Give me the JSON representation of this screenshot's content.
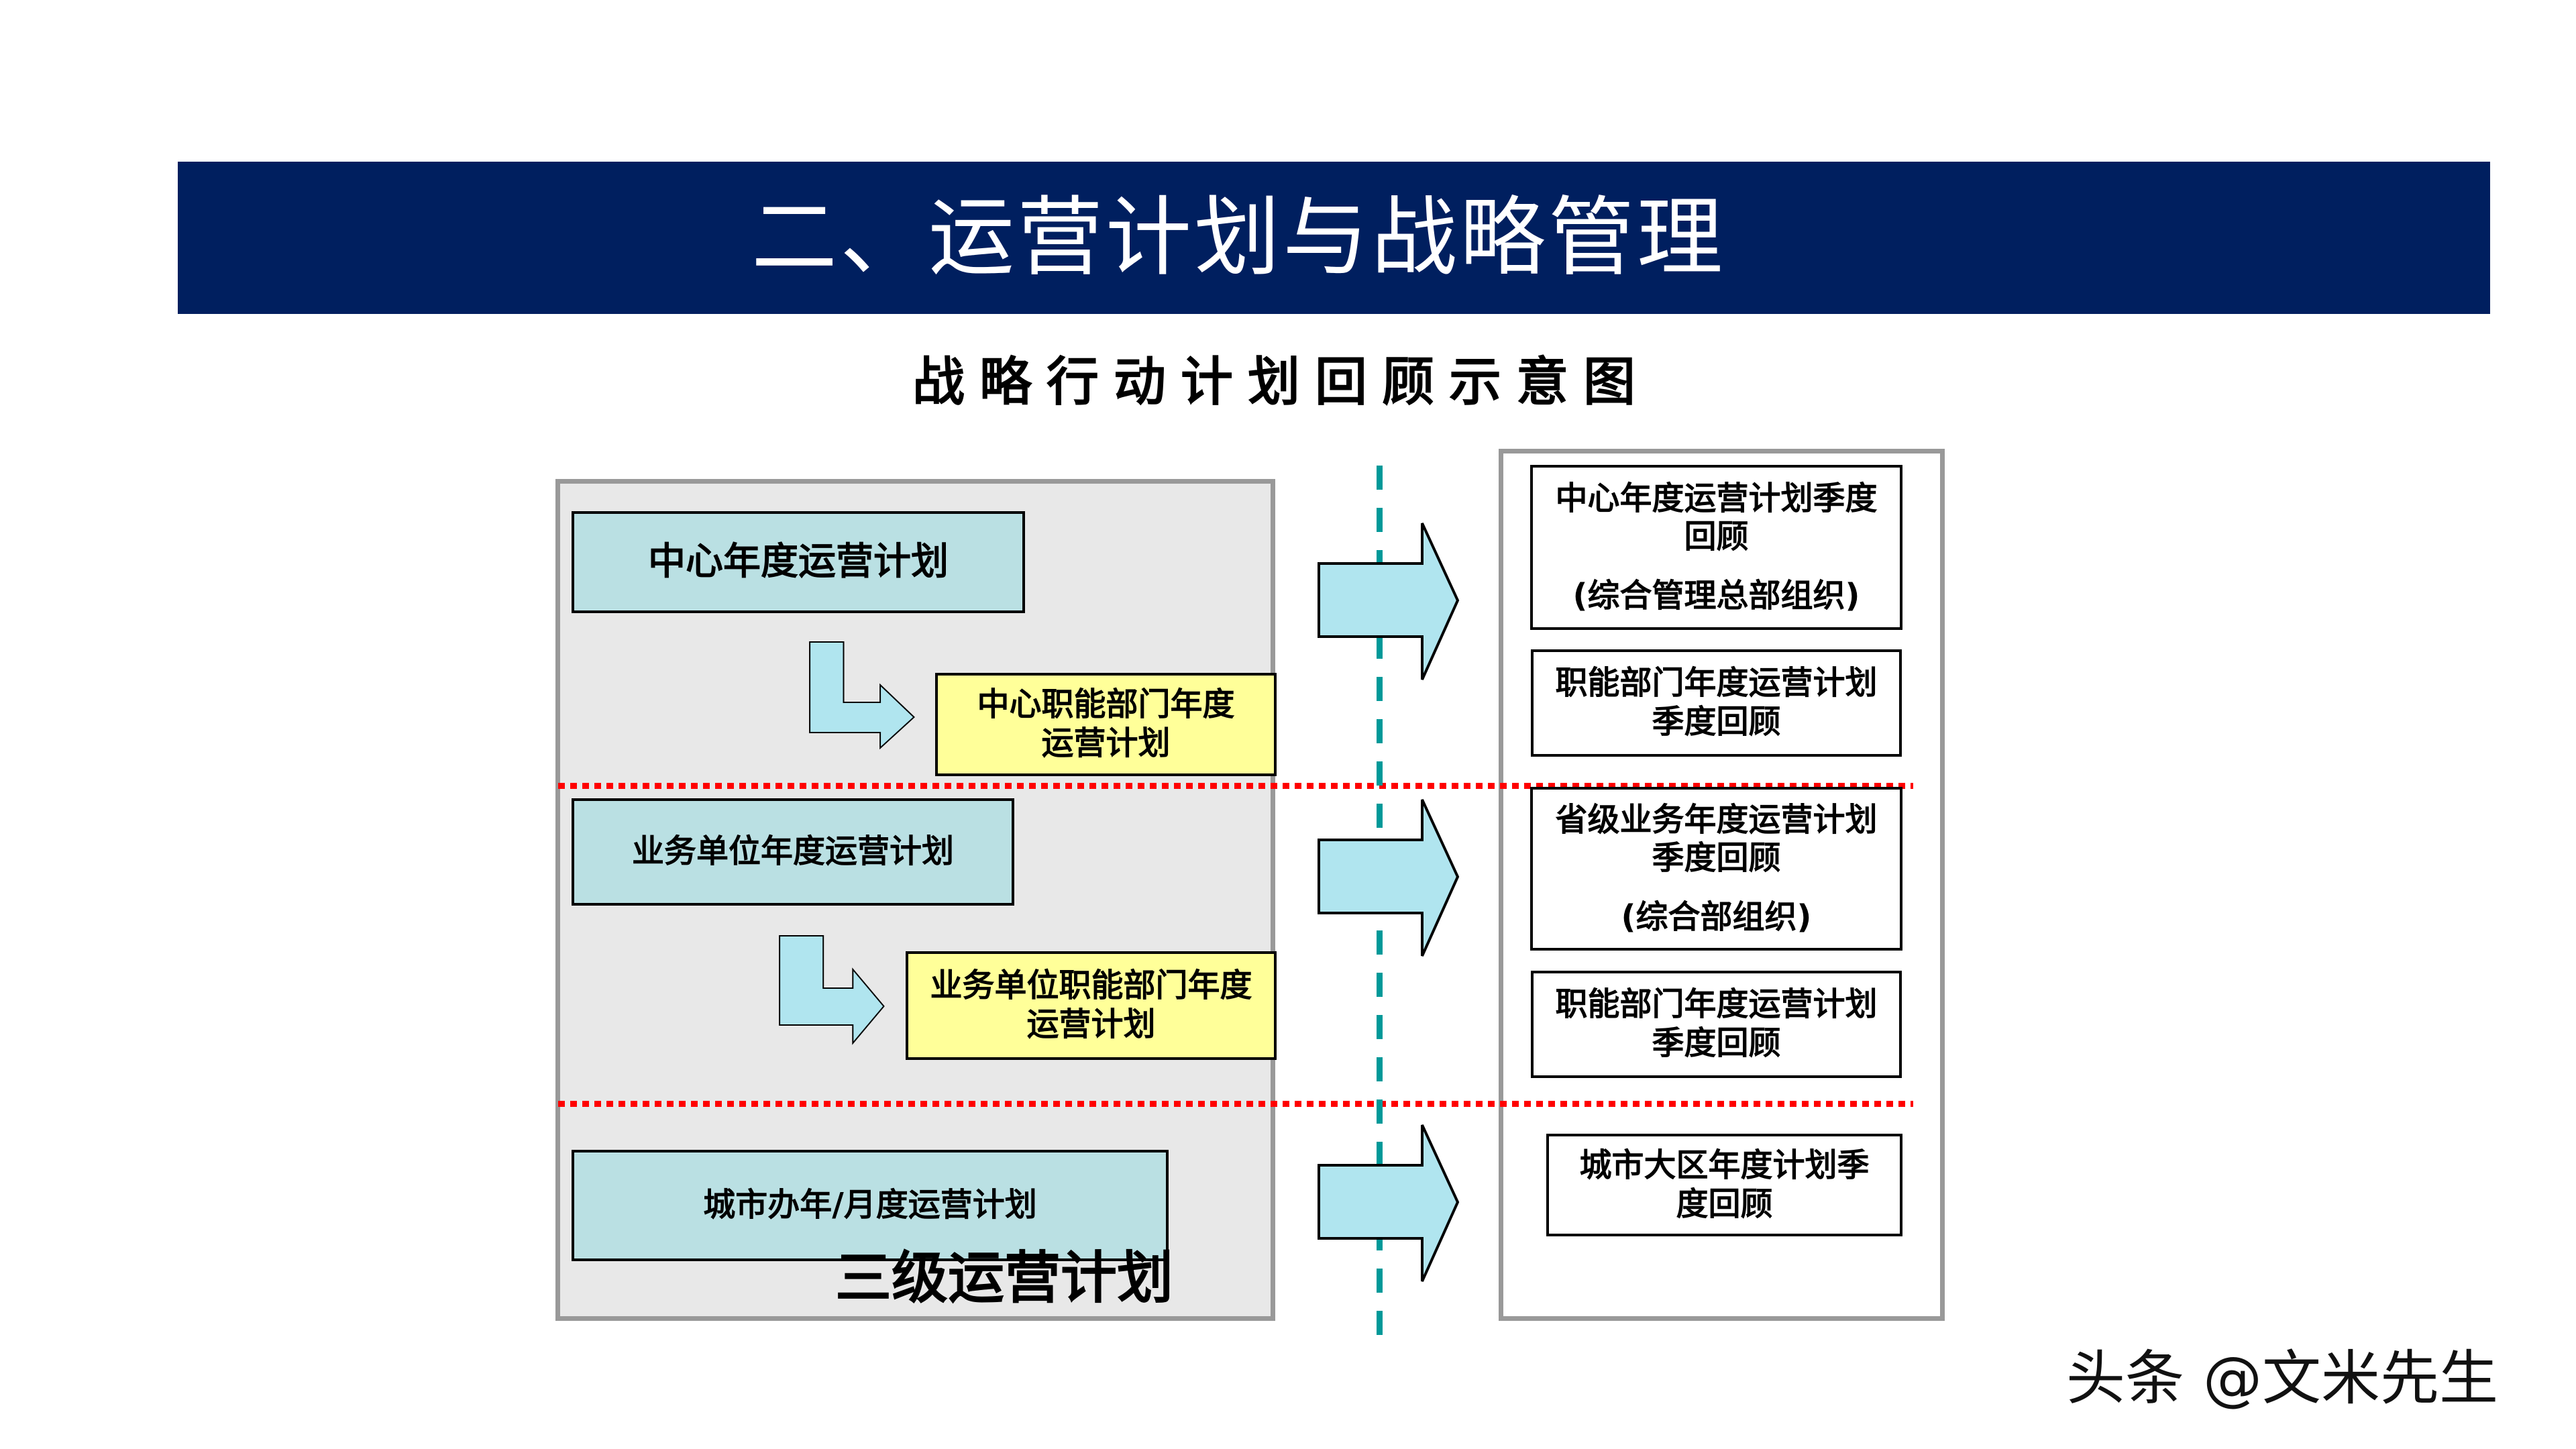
{
  "header": {
    "title": "二、运营计划与战略管理",
    "band_color": "#001f5f"
  },
  "subtitle": "战略行动计划回顾示意图",
  "left_panel": {
    "label": "三级运营计划",
    "level1": {
      "plan": "中心年度运营计划",
      "sub_plan": "中心职能部门年度运营计划",
      "sub_plan_lines": [
        "中心职能部门年度",
        "运营计划"
      ]
    },
    "level2": {
      "plan": "业务单位年度运营计划",
      "sub_plan": "业务单位职能部门年度运营计划",
      "sub_plan_lines": [
        "业务单位职能部门年度",
        "运营计划"
      ]
    },
    "level3": {
      "plan": "城市办年/月度运营计划"
    }
  },
  "right_panel": {
    "reviews": [
      {
        "lines": [
          "中心年度运营计划季度",
          "回顾"
        ],
        "note": "(综合管理总部组织)"
      },
      {
        "lines": [
          "职能部门年度运营计划",
          "季度回顾"
        ]
      },
      {
        "lines": [
          "省级业务年度运营计划",
          "季度回顾"
        ],
        "note": "(综合部组织)"
      },
      {
        "lines": [
          "职能部门年度运营计划",
          "季度回顾"
        ]
      },
      {
        "lines": [
          "城市大区年度计划季",
          "度回顾"
        ]
      }
    ]
  },
  "colors": {
    "plan_box": "#bae0e3",
    "sub_plan_box": "#ffff99",
    "arrow_fill": "#b0e5ef",
    "divider": "#ff0000",
    "center_line": "#009999",
    "panel_bg": "#e8e8e8",
    "panel_border": "#999999"
  },
  "watermark": "头条 @文米先生"
}
